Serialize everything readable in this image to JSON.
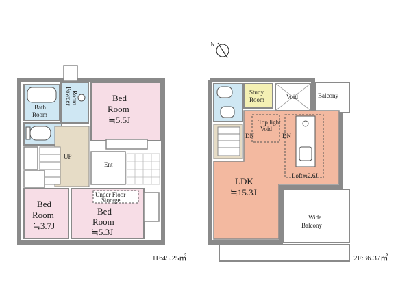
{
  "compass": {
    "north_label": "N"
  },
  "floor1": {
    "area_label": "1F:45.25㎡",
    "rooms": {
      "bath": {
        "line1": "Bath",
        "line2": "Room"
      },
      "powder": {
        "line1": "Powder",
        "line2": "Room"
      },
      "bed_top": {
        "line1": "Bed",
        "line2": "Room",
        "size": "≒5.5J"
      },
      "stairs": {
        "label": "UP"
      },
      "entrance": {
        "label": "Ent"
      },
      "bed_left": {
        "line1": "Bed",
        "line2": "Room",
        "size": "≒3.7J"
      },
      "bed_right": {
        "line1": "Bed",
        "line2": "Room",
        "size": "≒5.3J"
      },
      "under_floor": {
        "line1": "Under Floor",
        "line2": "Storage"
      }
    }
  },
  "floor2": {
    "area_label": "2F:36.37㎡",
    "rooms": {
      "study": {
        "line1": "Study",
        "line2": "Room"
      },
      "void_top": {
        "label": "Void"
      },
      "balcony_top": {
        "label": "Balcony"
      },
      "top_light": {
        "line1": "Top light",
        "line2": "Void"
      },
      "dn_left": {
        "label": "DN"
      },
      "dn_right": {
        "label": "DN"
      },
      "ldk": {
        "line1": "LDK",
        "line2": "≒15.3J"
      },
      "loft": {
        "label": "Loft≒2.6J"
      },
      "wide_balcony": {
        "line1": "Wide",
        "line2": "Balcony"
      }
    }
  },
  "colors": {
    "wall": "#8a8a8a",
    "bath": "#cfe7f3",
    "bedroom": "#f7dde6",
    "hall": "#e6dcc6",
    "study": "#f4f0b4",
    "ldk": "#f3b9a0",
    "floor_white": "#ffffff"
  }
}
